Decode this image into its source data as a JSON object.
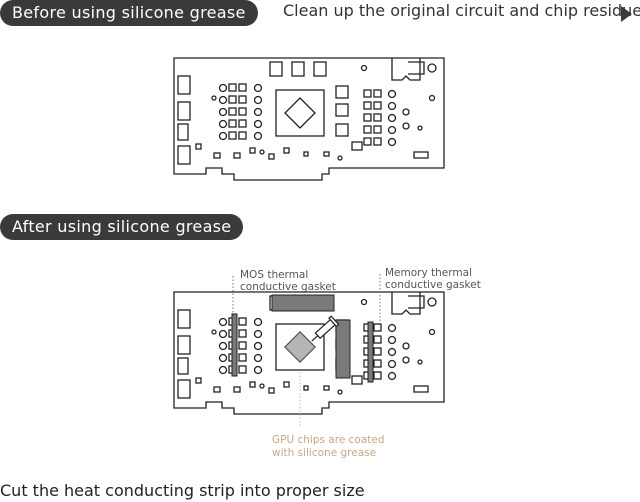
{
  "sections": {
    "before": {
      "pill_label": "Before using silicone grease",
      "headline": "Clean up the original circuit and chip residue"
    },
    "after": {
      "pill_label": "After using silicone grease",
      "annotations": {
        "mos_line1": "MOS thermal",
        "mos_line2": "conductive gasket",
        "memory_line1": "Memory thermal",
        "memory_line2": "conductive gasket",
        "gpu_line1": "GPU chips are coated",
        "gpu_line2": "with silicone grease"
      }
    }
  },
  "footer": "Cut the heat conducting strip into proper size",
  "colors": {
    "pill_bg": "#3a3a3a",
    "board_outline": "#222222",
    "gasket_fill": "#7a7a7a",
    "gpu_annotation": "#c8a788",
    "label_text": "#555555"
  },
  "icons": [
    "arrow-right-icon",
    "syringe-icon"
  ]
}
